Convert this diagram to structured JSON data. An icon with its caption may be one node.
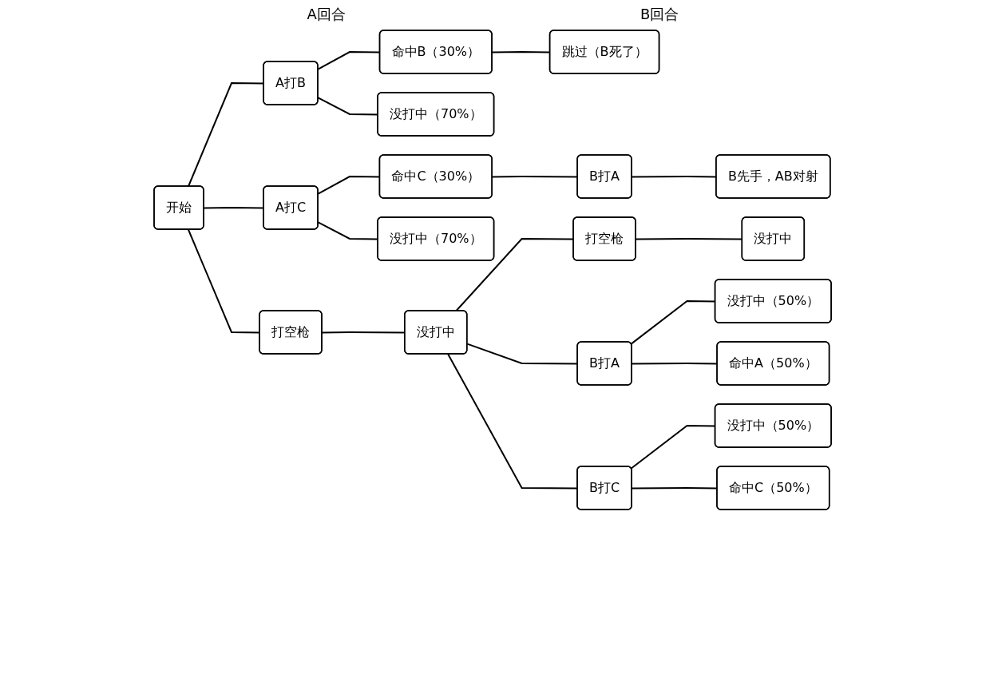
{
  "diagram": {
    "nodes": [
      {
        "text": [
          "开始"
        ]
      },
      {
        "text": [
          "A打B"
        ]
      },
      {
        "text": [
          "A打C"
        ]
      },
      {
        "text": [
          "打空枪"
        ]
      },
      {
        "text": [
          "命中B（30%）"
        ]
      },
      {
        "text": [
          "没打中（70%）"
        ]
      },
      {
        "text": [
          "命中C（30%）"
        ]
      },
      {
        "text": [
          "没打中（70%）"
        ]
      },
      {
        "text": [
          "没打中"
        ]
      },
      {
        "text": [
          "跳过（B死了）"
        ]
      },
      {
        "text": [
          "B打A"
        ]
      },
      {
        "text": [
          "B先手，AB对射"
        ]
      },
      {
        "text": [
          "打空枪"
        ]
      },
      {
        "text": [
          "B打A"
        ]
      },
      {
        "text": [
          "B打C"
        ]
      },
      {
        "text": [
          "没打中"
        ]
      },
      {
        "text": [
          "没打中（50%）"
        ]
      },
      {
        "text": [
          "命中A（50%）"
        ]
      },
      {
        "text": [
          "没打中（50%）"
        ]
      },
      {
        "text": [
          "命中C（50%）"
        ]
      }
    ],
    "edges": [
      {
        "from": 0,
        "to": 1,
        "arrow": "none"
      },
      {
        "from": 0,
        "to": 2,
        "arrow": "none"
      },
      {
        "from": 0,
        "to": 3,
        "arrow": "none"
      },
      {
        "from": 1,
        "to": 4,
        "arrow": "none"
      },
      {
        "from": 1,
        "to": 5,
        "arrow": "none"
      },
      {
        "from": 2,
        "to": 6,
        "arrow": "none"
      },
      {
        "from": 2,
        "to": 7,
        "arrow": "none"
      },
      {
        "from": 3,
        "to": 8,
        "arrow": "none"
      },
      {
        "from": 4,
        "to": 9,
        "arrow": "none"
      },
      {
        "from": 6,
        "to": 10,
        "arrow": "none"
      },
      {
        "from": 10,
        "to": 11,
        "arrow": "none"
      },
      {
        "from": 8,
        "to": 12,
        "arrow": "none"
      },
      {
        "from": 8,
        "to": 13,
        "arrow": "none"
      },
      {
        "from": 8,
        "to": 14,
        "arrow": "none"
      },
      {
        "from": 12,
        "to": 15,
        "arrow": "none"
      },
      {
        "from": 13,
        "to": 16,
        "arrow": "none"
      },
      {
        "from": 13,
        "to": 17,
        "arrow": "none"
      },
      {
        "from": 14,
        "to": 18,
        "arrow": "none"
      },
      {
        "from": 14,
        "to": 19,
        "arrow": "none"
      }
    ],
    "labels": [
      "A回合",
      "B回合"
    ]
  }
}
